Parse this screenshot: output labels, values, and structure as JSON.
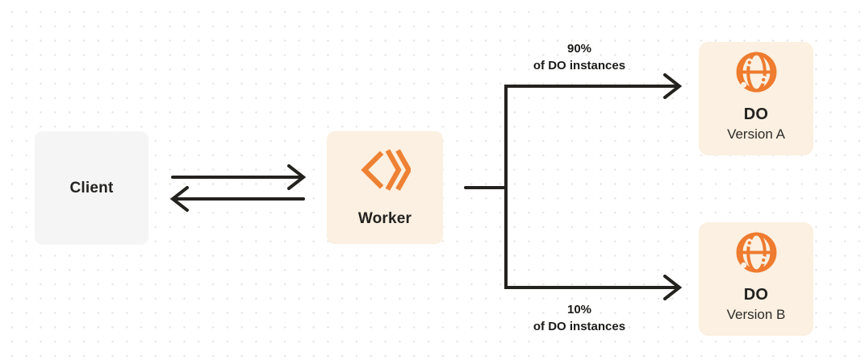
{
  "diagram": {
    "nodes": {
      "client": {
        "label": "Client",
        "fill": "#F5F5F6"
      },
      "worker": {
        "label": "Worker",
        "icon": "workers-icon",
        "fill": "#FBF0E1"
      },
      "do_version_a": {
        "title": "DO",
        "subtitle": "Version A",
        "icon": "globe-icon",
        "fill": "#FBF0E1"
      },
      "do_version_b": {
        "title": "DO",
        "subtitle": "Version B",
        "icon": "globe-icon",
        "fill": "#FBF0E1"
      }
    },
    "edges": {
      "client_worker": {
        "type": "bidirectional-arrows"
      },
      "top_branch": {
        "percent": "90%",
        "caption": "of DO instances"
      },
      "bottom_branch": {
        "percent": "10%",
        "caption": "of DO instances"
      }
    },
    "colors": {
      "accent_orange": "#EE8133",
      "arrow_dark": "#23221E",
      "text_dark": "#232220",
      "grid_dot": "#E7E6E3"
    }
  }
}
